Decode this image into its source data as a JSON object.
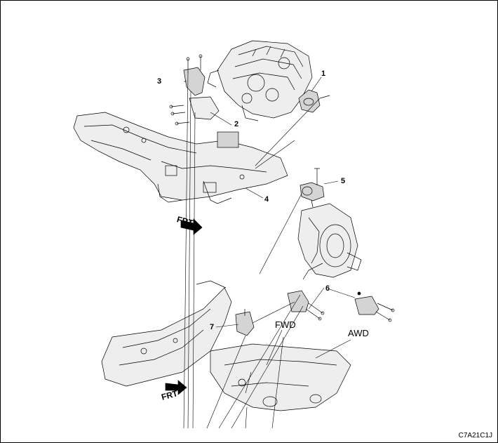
{
  "callouts": [
    {
      "id": "1",
      "text": "1"
    },
    {
      "id": "2",
      "text": "2"
    },
    {
      "id": "3",
      "text": "3"
    },
    {
      "id": "4",
      "text": "4"
    },
    {
      "id": "5",
      "text": "5"
    },
    {
      "id": "6",
      "text": "6"
    },
    {
      "id": "7",
      "text": "7"
    }
  ],
  "variant_labels": {
    "fwd": "FWD",
    "awd": "AWD"
  },
  "direction_labels": {
    "top": "FRT",
    "bottom": "FRT"
  },
  "figure_code": "C7A21C1J",
  "colors": {
    "line": "#000000",
    "fill_light": "#eeeeee",
    "fill_mid": "#d4d4d4",
    "background": "#ffffff"
  }
}
